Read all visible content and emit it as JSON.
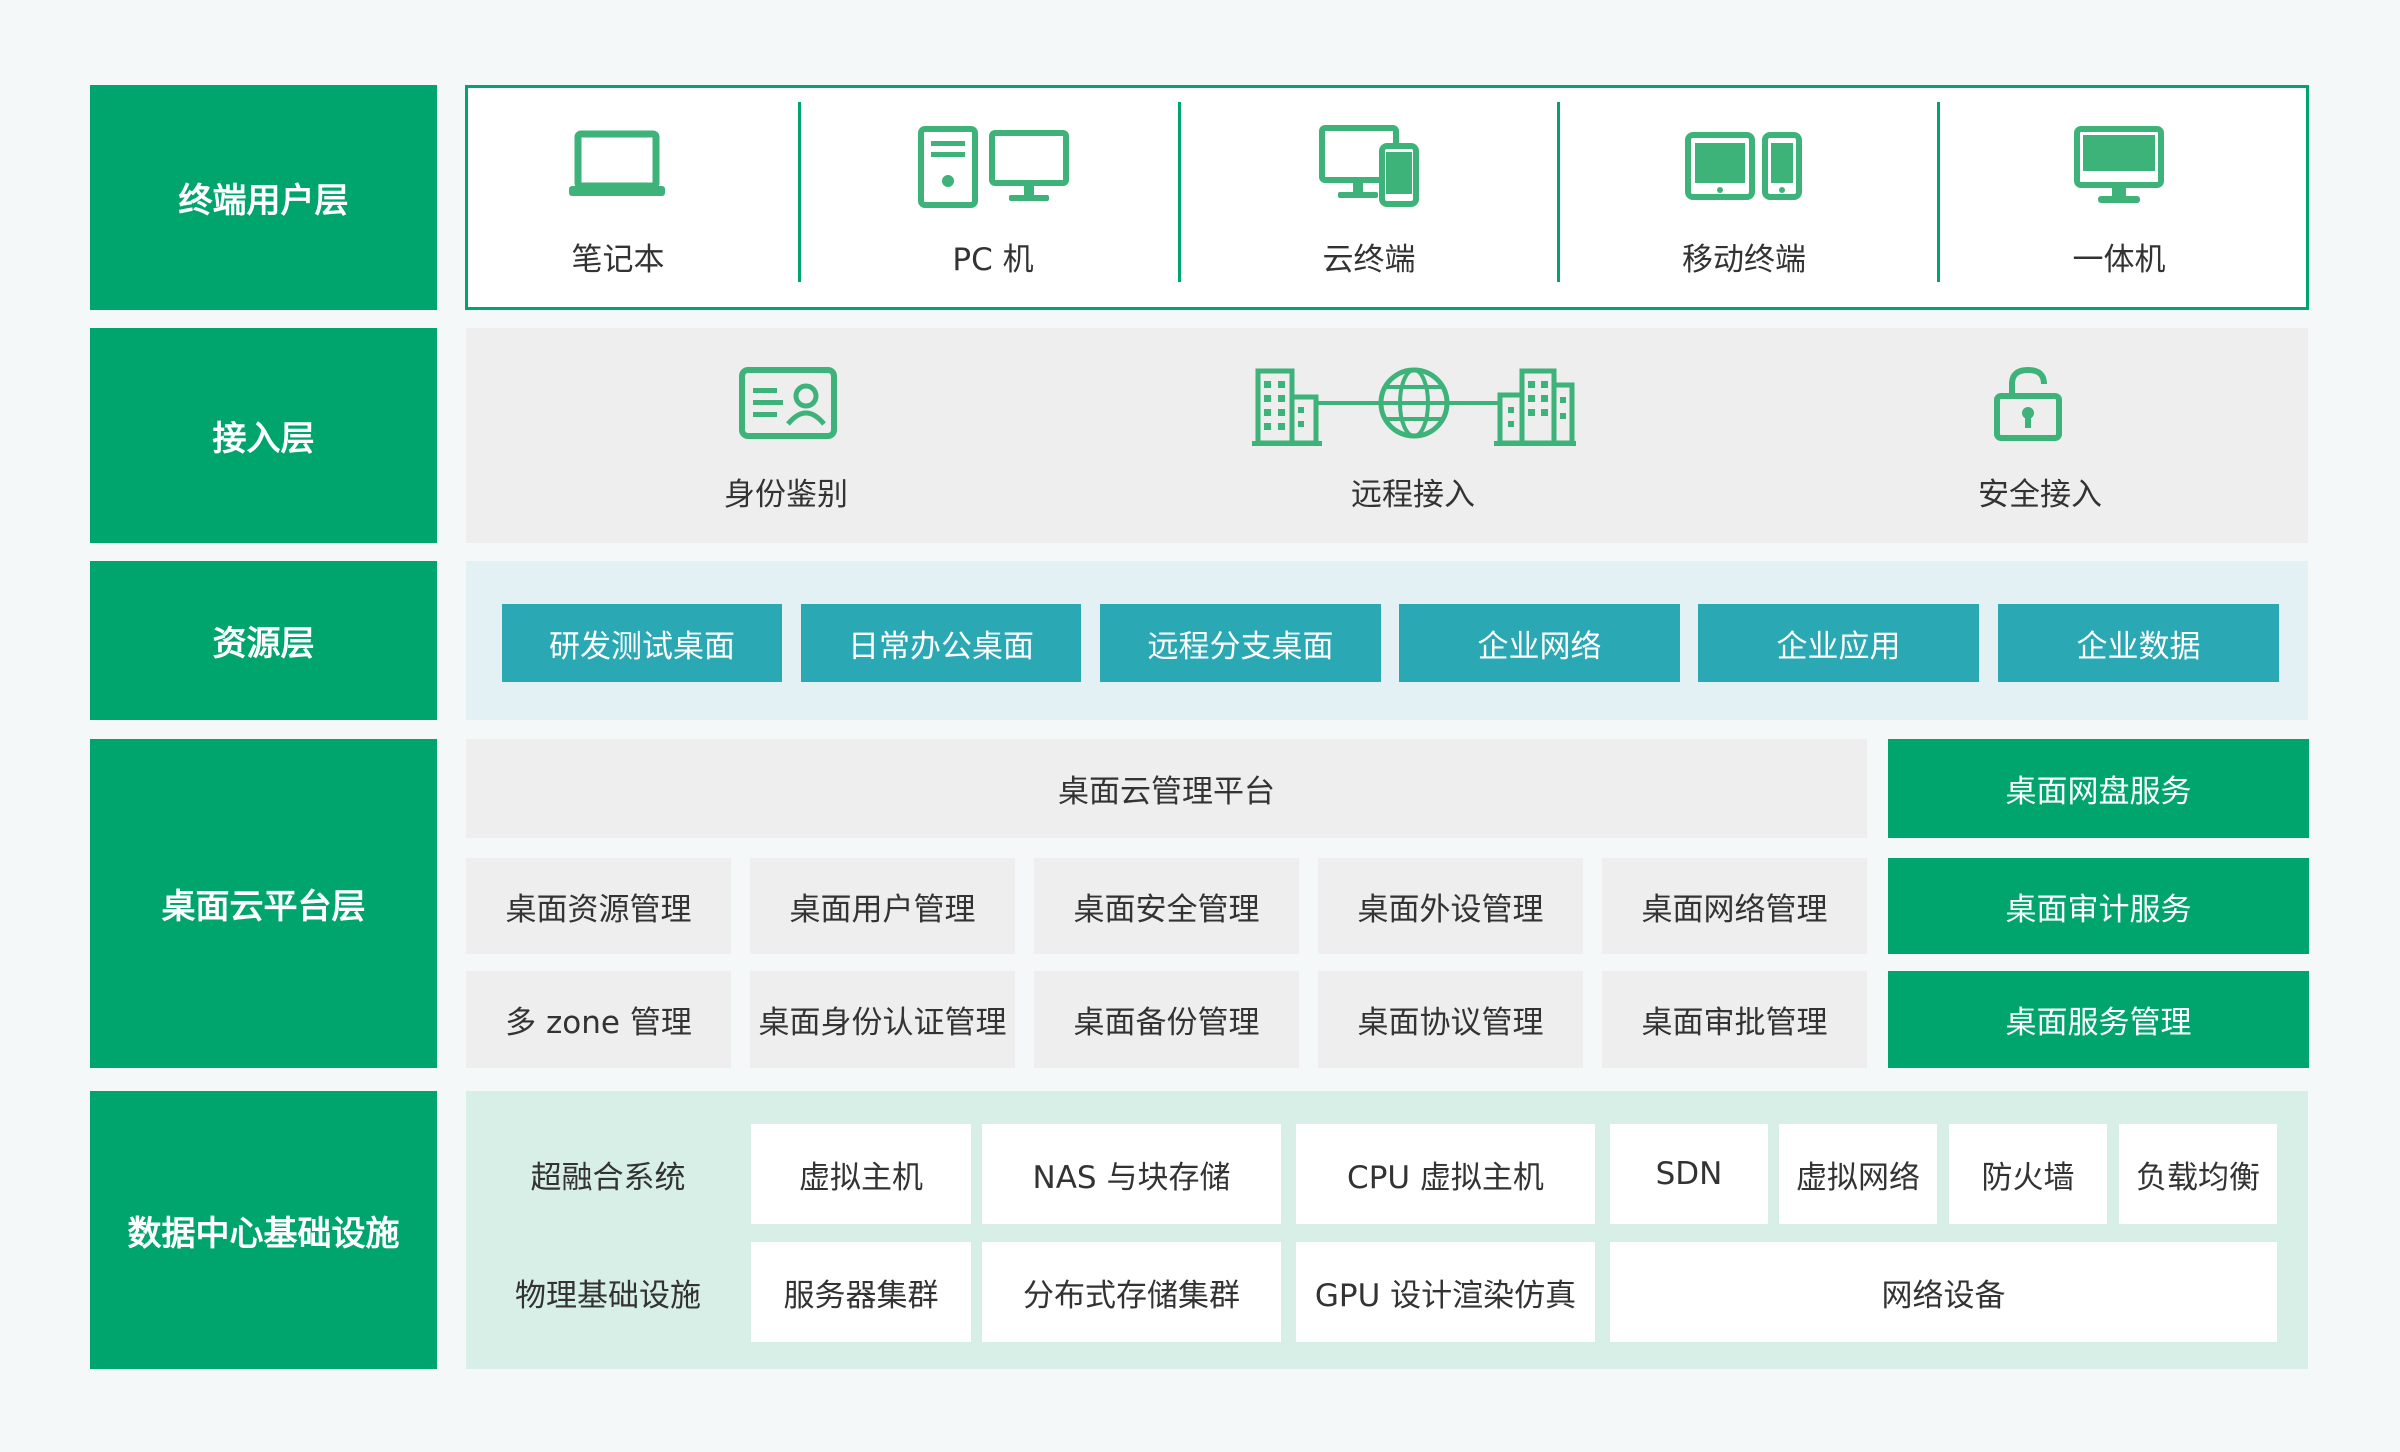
{
  "layers": {
    "terminal": "终端用户层",
    "access": "接入层",
    "resource": "资源层",
    "platform": "桌面云平台层",
    "infra": "数据中心基础设施"
  },
  "terminal_items": [
    "笔记本",
    "PC 机",
    "云终端",
    "移动终端",
    "一体机"
  ],
  "access_items": [
    "身份鉴别",
    "远程接入",
    "安全接入"
  ],
  "resource_items": [
    "研发测试桌面",
    "日常办公桌面",
    "远程分支桌面",
    "企业网络",
    "企业应用",
    "企业数据"
  ],
  "platform": {
    "mgmt_platform": "桌面云管理平台",
    "row1": [
      "桌面资源管理",
      "桌面用户管理",
      "桌面安全管理",
      "桌面外设管理",
      "桌面网络管理"
    ],
    "row2": [
      "多 zone 管理",
      "桌面身份认证管理",
      "桌面备份管理",
      "桌面协议管理",
      "桌面审批管理"
    ],
    "services": [
      "桌面网盘服务",
      "桌面审计服务",
      "桌面服务管理"
    ]
  },
  "infra": {
    "row1_label": "超融合系统",
    "row1": [
      "虚拟主机",
      "NAS 与块存储",
      "CPU 虚拟主机",
      "SDN",
      "虚拟网络",
      "防火墙",
      "负载均衡"
    ],
    "row2_label": "物理基础设施",
    "row2": [
      "服务器集群",
      "分布式存储集群",
      "GPU 设计渲染仿真",
      "网络设备"
    ]
  },
  "colors": {
    "primary_green": "#00a56d",
    "teal": "#2aa8b4",
    "icon_green": "#3db37a",
    "light_gray": "#eeeeee",
    "light_blue": "#e3f1f5",
    "light_mint": "#d8efe7"
  },
  "icons": {
    "terminal": [
      "laptop-icon",
      "pc-tower-monitor-icon",
      "cloud-terminal-icon",
      "mobile-devices-icon",
      "all-in-one-icon"
    ],
    "access": [
      "id-card-icon",
      "building-globe-building-icon",
      "unlock-icon"
    ]
  }
}
